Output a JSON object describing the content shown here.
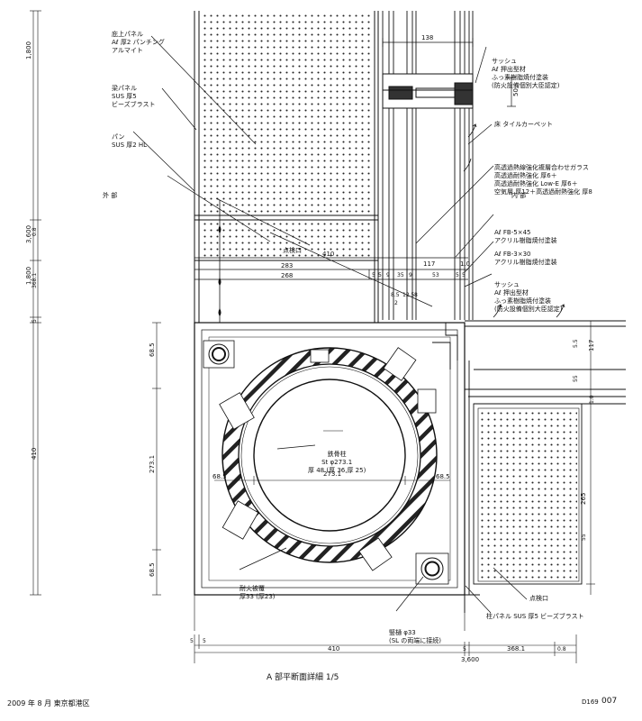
{
  "drawing": {
    "title": "A 部平断面詳細 1/5",
    "date_location": "2009 年 8 月  東京都港区",
    "sheet_code": "D169",
    "page_number": "007"
  },
  "zones": {
    "outside": "外 部",
    "inside": "内 部"
  },
  "callouts": {
    "eave_panel": [
      "庇上パネル",
      "Aℓ 厚2 パンチング",
      "アルマイト"
    ],
    "beam_panel": [
      "梁パネル",
      "SUS 厚5",
      "ビーズブラスト"
    ],
    "pan": [
      "パン",
      "SUS 厚2 HL"
    ],
    "sash_top": [
      "サッシュ",
      "Aℓ 押出型材",
      "ふっ素樹脂焼付塗装",
      "(防火設備個別大臣認定)"
    ],
    "floor": "床 タイルカーペット",
    "glass": [
      "高透過熱線強化複層合わせガラス",
      "高透過耐熱強化 厚6＋",
      "高透過耐熱強化 Low-E 厚6＋",
      "空気層 厚12＋高透過耐熱強化 厚8"
    ],
    "fb_45": [
      "Aℓ FB-5×45",
      "アクリル樹脂焼付塗装"
    ],
    "fb_30": [
      "Aℓ FB-3×30",
      "アクリル樹脂焼付塗装"
    ],
    "sash_mid": [
      "サッシュ",
      "Aℓ 押出型材",
      "ふっ素樹脂焼付塗装",
      "(防火設備個別大臣認定)"
    ],
    "inspection_upper": "点検口",
    "inspection_lower": "点検口",
    "column": [
      "鉄骨柱",
      "St φ273.1",
      "厚 48 (厚 36,厚 25)"
    ],
    "fireproof": [
      "耐火被覆",
      "厚33 (厚23)"
    ],
    "drain": [
      "竪樋 φ33",
      "(SL の両端に接続)"
    ],
    "column_panel": "柱パネル SUS 厚5 ビーズブラスト"
  },
  "dimensions": {
    "left_vertical": [
      "1,800",
      "3,600",
      "0.8",
      "1,800",
      "368.1",
      "5",
      "410"
    ],
    "mid_vertical": [
      "68.5",
      "273.1",
      "68.5"
    ],
    "top_horizontal": [
      "138",
      "50"
    ],
    "row_410": "410",
    "row_117": "117",
    "row_283": "283",
    "row_1_0": "1.0",
    "row_268": "268",
    "small_row": [
      "5",
      "5",
      "9",
      "35",
      "9",
      "53",
      "5",
      "5"
    ],
    "small_row2": [
      "8.5",
      "12.5",
      "8",
      "2"
    ],
    "circle_horizontal": "273.1",
    "left_68": "68.5",
    "right_68": "68.5",
    "right_vertical": [
      "5.5",
      "117",
      "55",
      "1.0",
      "265",
      "55"
    ],
    "bottom_row1": [
      "5",
      "5"
    ],
    "bottom_row2": [
      "410",
      "5",
      "368.1",
      "0.8"
    ],
    "bottom_total": "3,600"
  }
}
